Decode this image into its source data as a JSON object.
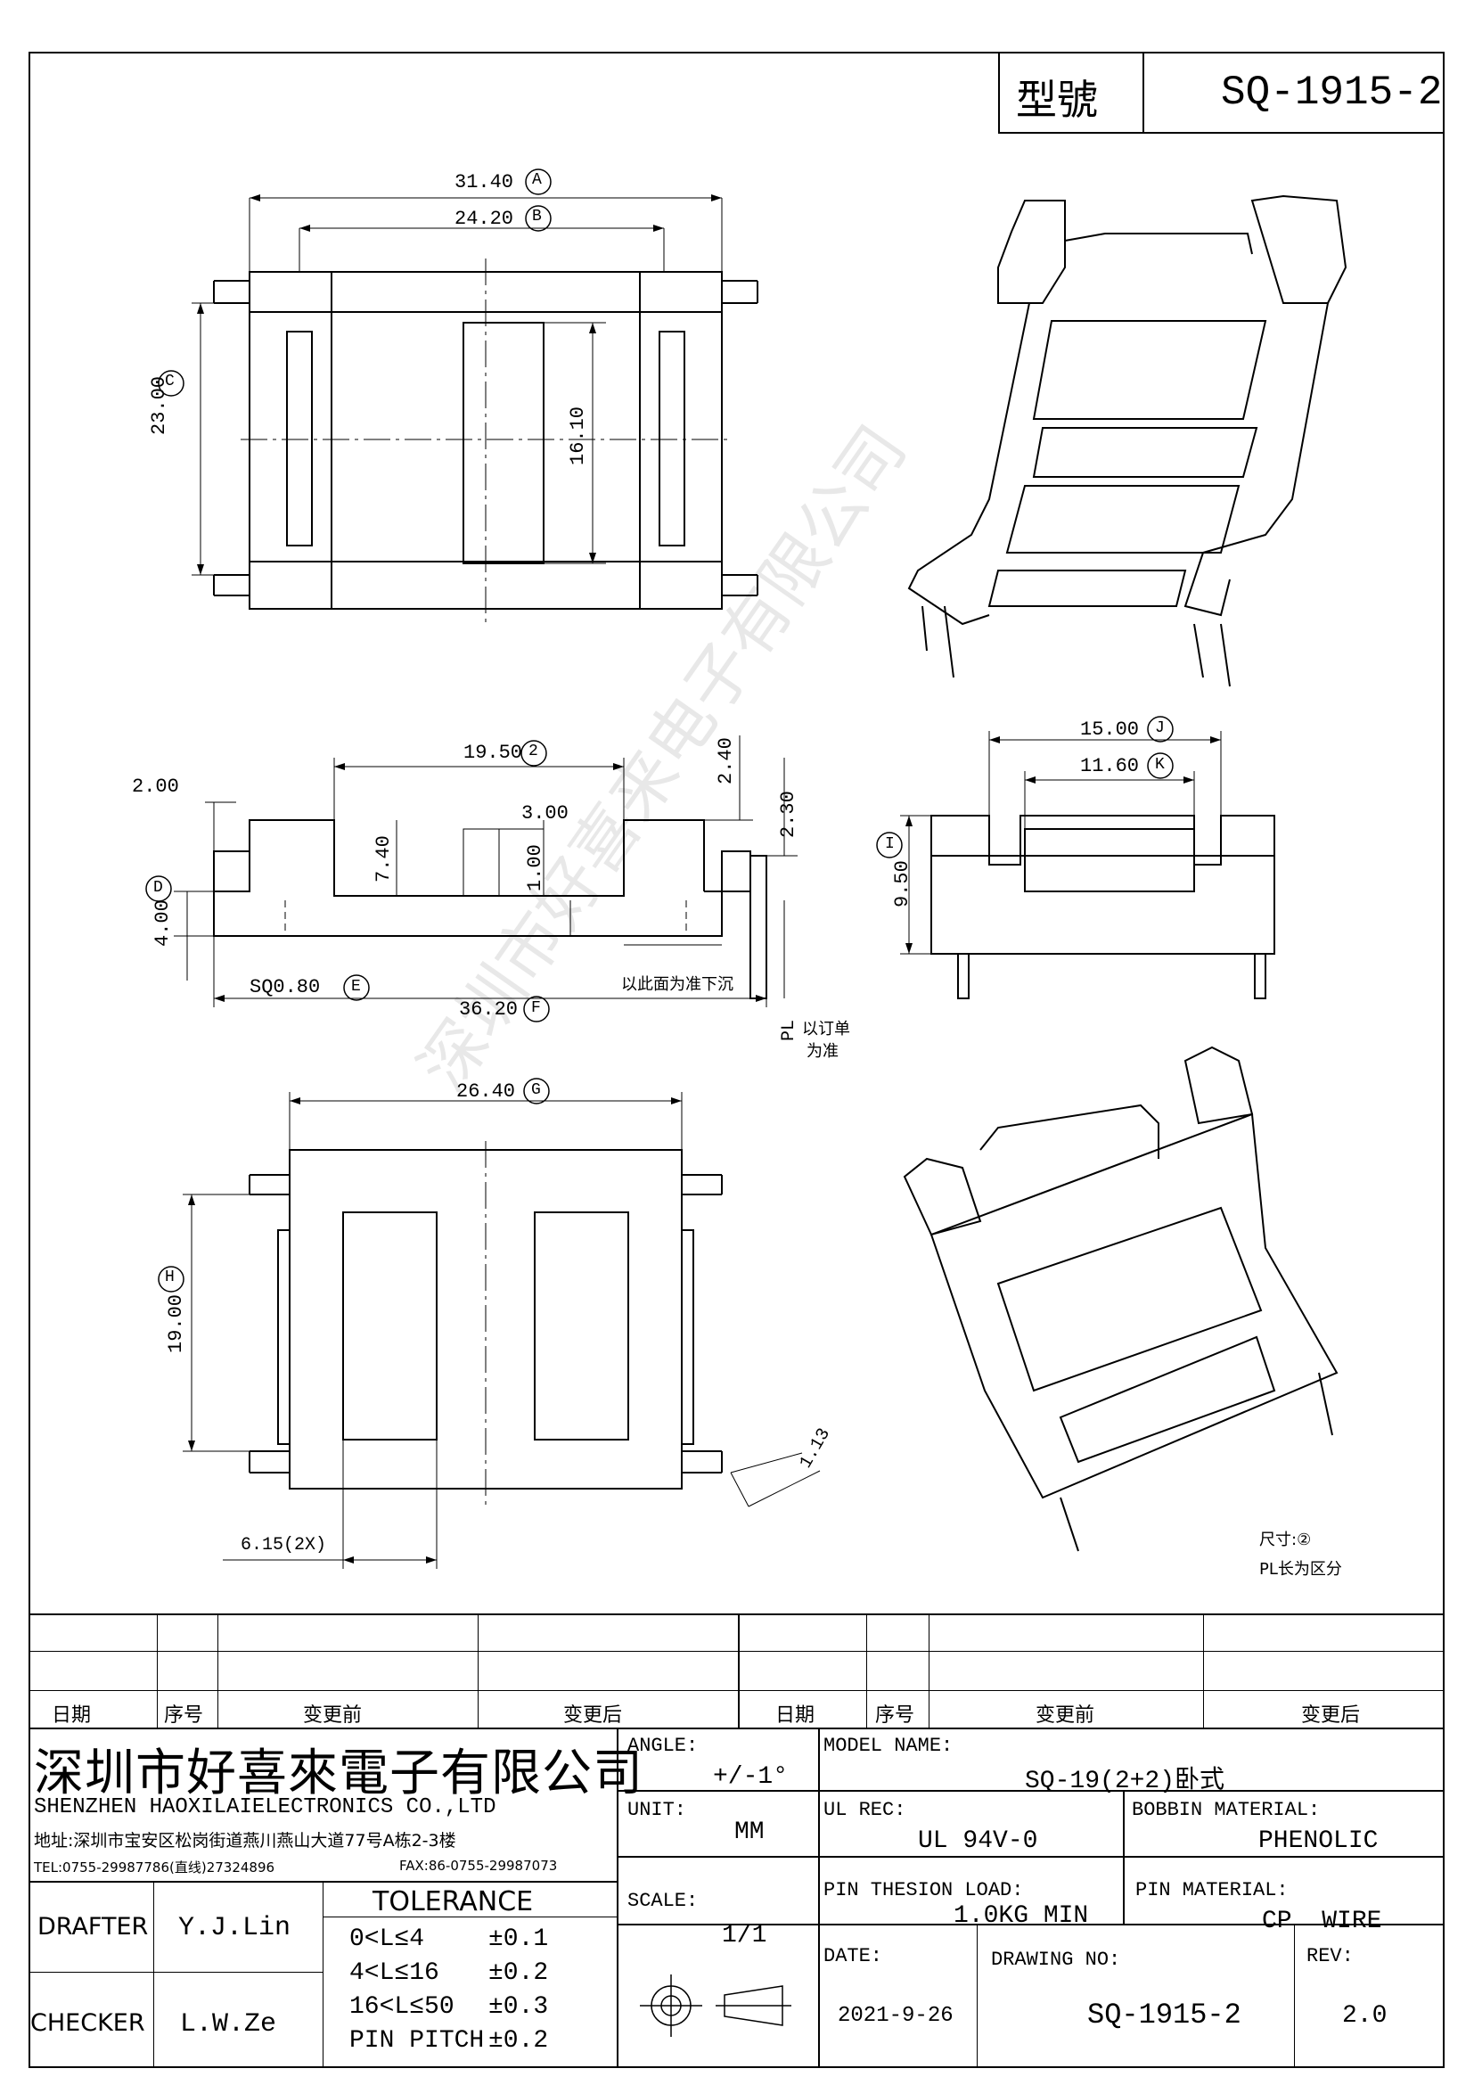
{
  "header": {
    "model_label": "型號",
    "model_value": "SQ-1915-2"
  },
  "dims": {
    "A": "31.40",
    "A_mark": "A",
    "B": "24.20",
    "B_mark": "B",
    "C": "23.00",
    "C_mark": "C",
    "d1610": "16.10",
    "s2": "19.50",
    "s2_mark": "2",
    "d240": "2.40",
    "d230": "2.30",
    "d200": "2.00",
    "d300": "3.00",
    "d740": "7.40",
    "d100": "1.00",
    "D_mark": "D",
    "d400": "4.00",
    "sq": "SQ0.80",
    "E_mark": "E",
    "F": "36.20",
    "F_mark": "F",
    "note_sink": "以此面为准下沉",
    "pl": "PL",
    "note_order1": "以订单",
    "note_order2": "为准",
    "J": "15.00",
    "J_mark": "J",
    "K": "11.60",
    "K_mark": "K",
    "I_mark": "I",
    "d950": "9.50",
    "G": "26.40",
    "G_mark": "G",
    "H_mark": "H",
    "d1900": "19.00",
    "d113": "1.13",
    "d615": "6.15(2X)",
    "note_size": "尺寸:②",
    "note_pl": "PL长为区分"
  },
  "watermark": "深圳市好喜来电子有限公司",
  "revision": {
    "headers": [
      "日期",
      "序号",
      "变更前",
      "变更后",
      "日期",
      "序号",
      "变更前",
      "变更后"
    ]
  },
  "company": {
    "name": "深圳市好喜來電子有限公司",
    "en": "SHENZHEN HAOXILAIELECTRONICS CO.,LTD",
    "address": "地址:深圳市宝安区松岗街道燕川燕山大道77号A栋2-3楼",
    "tel": "TEL:0755-29987786(直线)27324896",
    "fax": "FAX:86-0755-29987073"
  },
  "title_block": {
    "angle_label": "ANGLE:",
    "angle_value": "+/-1°",
    "unit_label": "UNIT:",
    "unit_value": "MM",
    "scale_label": "SCALE:",
    "scale_value": "1/1",
    "model_name_label": "MODEL NAME:",
    "model_name_value": "SQ-19(2+2)卧式",
    "ul_label": "UL REC:",
    "ul_value": "UL 94V-0",
    "bobbin_label": "BOBBIN MATERIAL:",
    "bobbin_value": "PHENOLIC",
    "pin_load_label": "PIN THESION LOAD:",
    "pin_load_value": "1.0KG MIN",
    "pin_material_label": "PIN MATERIAL:",
    "pin_material_value": "CP  WIRE",
    "date_label": "DATE:",
    "date_value": "2021-9-26",
    "drawing_no_label": "DRAWING NO:",
    "drawing_no_value": "SQ-1915-2",
    "rev_label": "REV:",
    "rev_value": "2.0",
    "drafter_label": "DRAFTER",
    "drafter_value": "Y.J.Lin",
    "checker_label": "CHECKER",
    "checker_value": "L.W.Ze",
    "tolerance_label": "TOLERANCE",
    "tol": [
      {
        "range": "0<L≤4",
        "value": "±0.1"
      },
      {
        "range": "4<L≤16",
        "value": "±0.2"
      },
      {
        "range": "16<L≤50",
        "value": "±0.3"
      },
      {
        "range": "PIN PITCH",
        "value": "±0.2"
      }
    ]
  }
}
